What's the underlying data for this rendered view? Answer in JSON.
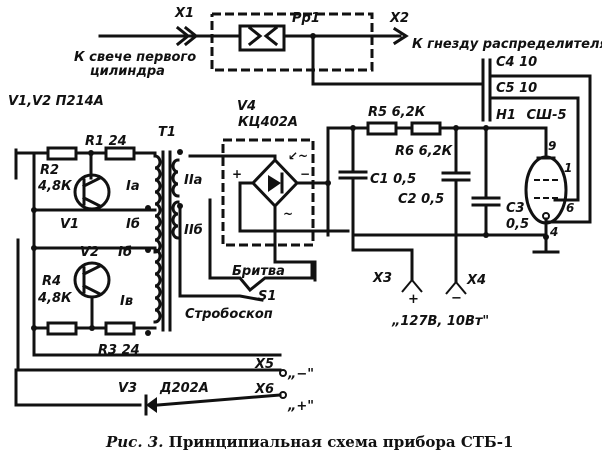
{
  "figure": {
    "caption_prefix": "Рис. 3.",
    "caption_text": "Принципиальная схема прибора СТБ-1"
  },
  "connectors": {
    "x1": {
      "ref": "X1",
      "note_line1": "К свече первого",
      "note_line2": "цилиндра"
    },
    "x2": {
      "ref": "X2",
      "note": "К гнезду распределителя"
    },
    "x3": {
      "ref": "X3",
      "polarity": "+"
    },
    "x4": {
      "ref": "X4",
      "polarity": "−"
    },
    "x34_note": "„127В, 10Вт\"",
    "x5": {
      "ref": "X5",
      "polarity": "„−\""
    },
    "x6": {
      "ref": "X6",
      "polarity": "„+\""
    }
  },
  "spark_gap": {
    "ref": "Рр1"
  },
  "transistors": {
    "group_label": "V1,V2  П214А",
    "v1": "V1",
    "v2": "V2"
  },
  "resistors": {
    "r1": "R1  24",
    "r2_ref": "R2",
    "r2_val": "4,8К",
    "r3": "R3  24",
    "r4_ref": "R4",
    "r4_val": "4,8К",
    "r5": "R5  6,2К",
    "r6": "R6  6,2К"
  },
  "transformer": {
    "ref": "T1",
    "windings": [
      "Iа",
      "Iб",
      "Iб",
      "Iв",
      "IIа",
      "IIб"
    ]
  },
  "bridge": {
    "ref": "V4",
    "type": "КЦ402А"
  },
  "switch": {
    "ref": "S1",
    "pos1": "Бритва",
    "pos2": "Стробоскоп"
  },
  "capacitors": {
    "c1": "С1  0,5",
    "c2": "С2  0,5",
    "c3_ref": "С3",
    "c3_val": "0,5",
    "c4": "С4  10",
    "c5": "С5  10"
  },
  "lamp": {
    "ref": "H1",
    "type": "СШ-5",
    "pin_top": "9",
    "pin_side": "1",
    "pin_right": "6",
    "pin_bottom": "4"
  },
  "diode": {
    "ref": "V3",
    "type": "Д202А"
  }
}
